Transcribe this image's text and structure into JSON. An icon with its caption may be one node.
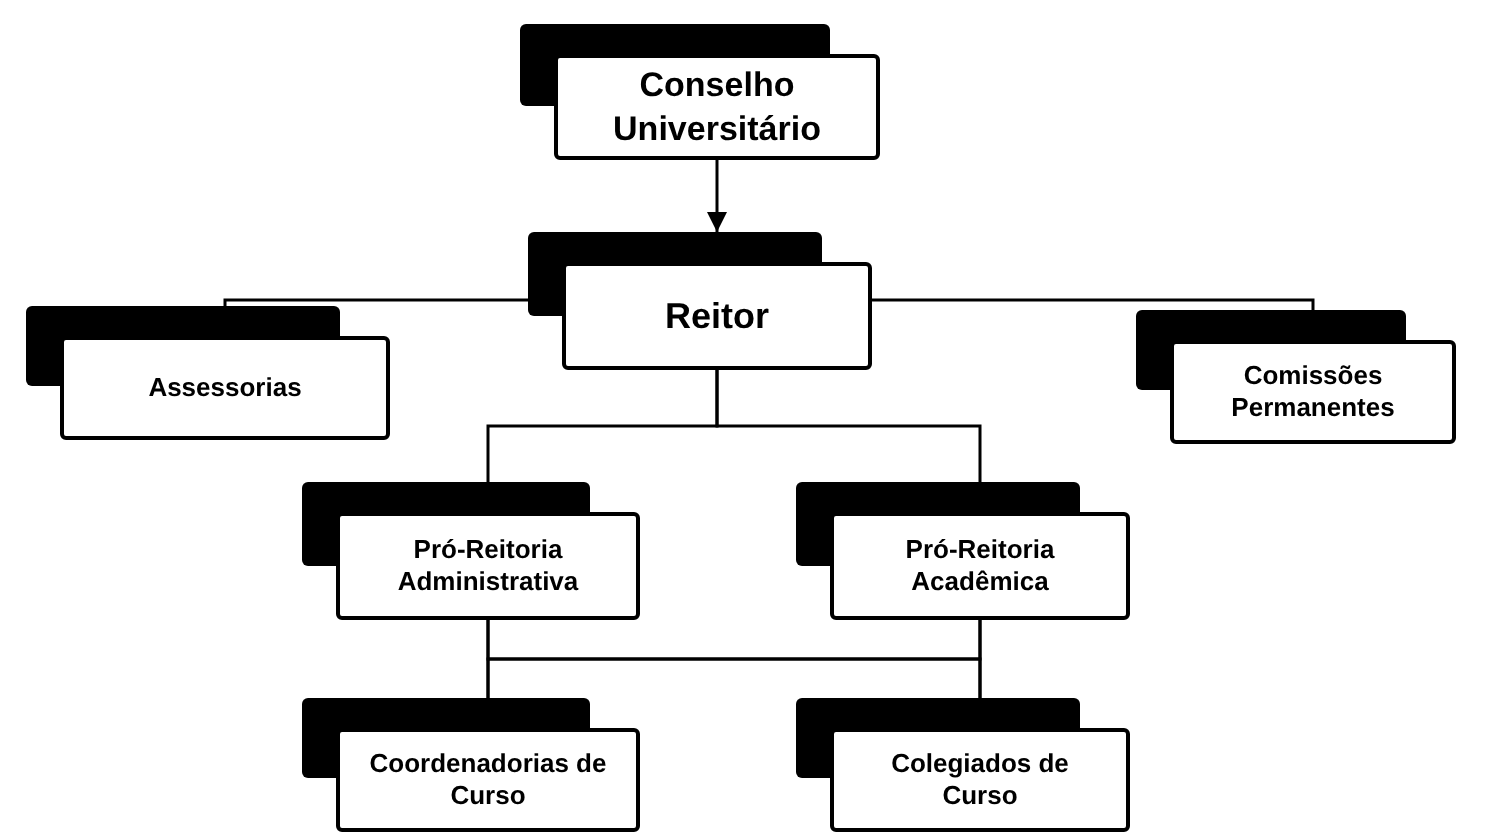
{
  "diagram": {
    "nodes": [
      {
        "text": [
          "Conselho Universitário"
        ]
      },
      {
        "text": [
          "Reitor"
        ]
      },
      {
        "text": [
          "Assessorias"
        ]
      },
      {
        "text": [
          "Comissões Permanentes"
        ]
      },
      {
        "text": [
          "Pró-Reitoria Administrativa"
        ]
      },
      {
        "text": [
          "Pró-Reitoria Acadêmica"
        ]
      },
      {
        "text": [
          "Coordenadorias de Curso"
        ]
      },
      {
        "text": [
          "Colegiados de Curso"
        ]
      }
    ],
    "edges": [
      {
        "from": 0,
        "to": 1,
        "arrow": "to"
      },
      {
        "from": 1,
        "to": 2,
        "arrow": "none"
      },
      {
        "from": 1,
        "to": 3,
        "arrow": "none"
      },
      {
        "from": 1,
        "to": 4,
        "arrow": "none"
      },
      {
        "from": 1,
        "to": 5,
        "arrow": "none"
      },
      {
        "from": 4,
        "to": 6,
        "arrow": "none"
      },
      {
        "from": 4,
        "to": 7,
        "arrow": "none"
      },
      {
        "from": 5,
        "to": 6,
        "arrow": "none"
      },
      {
        "from": 5,
        "to": 7,
        "arrow": "none"
      }
    ]
  }
}
